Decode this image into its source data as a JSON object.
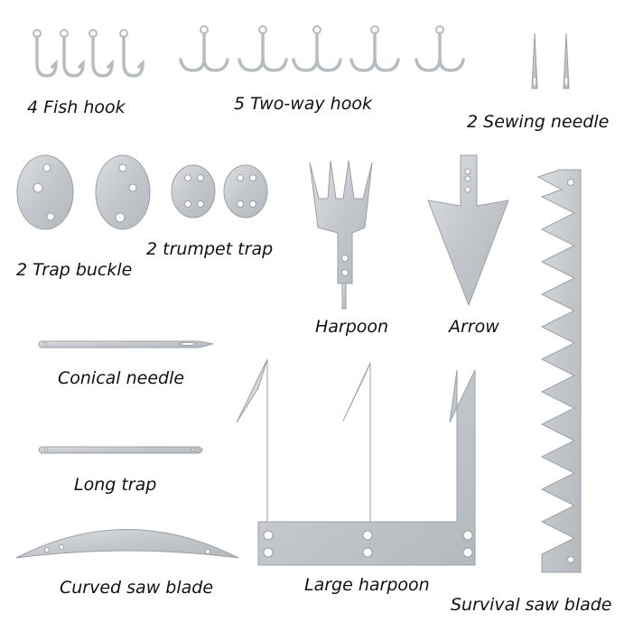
{
  "labels": {
    "fish_hook": "4 Fish hook",
    "two_way_hook": "5 Two-way hook",
    "sewing_needle": "2 Sewing needle",
    "trap_buckle": "2 Trap buckle",
    "trumpet_trap": "2 trumpet trap",
    "harpoon": "Harpoon",
    "arrow": "Arrow",
    "conical_needle": "Conical needle",
    "long_trap": "Long trap",
    "curved_saw_blade": "Curved saw blade",
    "large_harpoon": "Large harpoon",
    "survival_saw_blade": "Survival saw blade"
  },
  "colors": {
    "metal": "#c9ccd0",
    "metal_edge": "#9aa0a6",
    "hole": "#ffffff",
    "text": "#111111"
  }
}
